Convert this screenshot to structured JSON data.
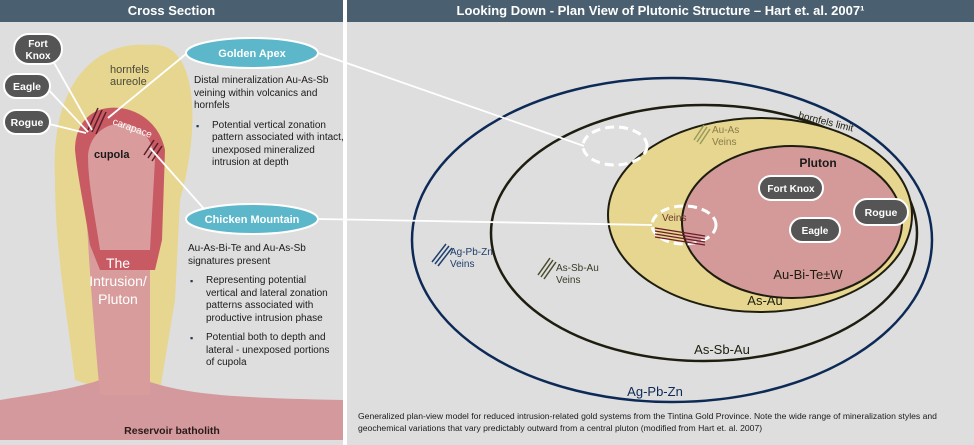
{
  "headers": {
    "left": "Cross Section",
    "right": "Looking Down - Plan View of Plutonic Structure – Hart et. al. 2007¹"
  },
  "cross_section": {
    "labels": {
      "hornfels_1": "hornfels",
      "hornfels_2": "aureole",
      "carapace": "carapace",
      "cupola": "cupola",
      "intrusion_1": "The",
      "intrusion_2": "Intrusion/",
      "intrusion_3": "Pluton",
      "batholith": "Reservoir batholith"
    },
    "deposits": {
      "fort_knox_1": "Fort",
      "fort_knox_2": "Knox",
      "eagle": "Eagle",
      "rogue": "Rogue"
    },
    "golden_apex": {
      "title": "Golden Apex",
      "desc": "Distal mineralization Au-As-Sb veining within volcanics and hornfels",
      "bullets": [
        "Potential vertical zonation pattern associated with intact, unexposed mineralized intrusion at depth"
      ]
    },
    "chicken_mountain": {
      "title": "Chicken Mountain",
      "desc": "Au-As-Bi-Te and Au-As-Sb signatures present",
      "bullets": [
        "Representing potential vertical and lateral zonation patterns associated with productive intrusion phase",
        "Potential both to depth and lateral - unexposed portions of cupola"
      ]
    }
  },
  "plan_view": {
    "zones": {
      "outer": "Ag-Pb-Zn",
      "second": "As-Sb-Au",
      "third": "As-Au",
      "pluton_zone": "Au-Bi-Te±W",
      "hornfels_limit": "hornfels limit",
      "pluton": "Pluton"
    },
    "veins": {
      "ag_pb_zn_1": "Ag-Pb-Zn",
      "ag_pb_zn_2": "Veins",
      "as_sb_au_1": "As-Sb-Au",
      "as_sb_au_2": "Veins",
      "au_as_1": "Au-As",
      "au_as_2": "Veins",
      "veins": "Veins"
    },
    "deposits": {
      "fort_knox": "Fort Knox",
      "eagle": "Eagle",
      "rogue": "Rogue"
    },
    "caption": "Generalized plan-view model for reduced intrusion-related gold systems from the Tintina Gold Province. Note the wide range of mineralization styles and geochemical variations that vary predictably outward from a central pluton (modified from Hart et. al. 2007)"
  },
  "colors": {
    "header": "#4a6070",
    "panel": "#dedede",
    "hornfels": "#e6d690",
    "pluton_outer": "#d48e8e",
    "pluton_inner": "#cc7a7a",
    "callout": "#5bb7c9",
    "deposit": "#555555",
    "ring_dark": "#1e1d0f",
    "ring_navy": "#0d2a57"
  }
}
